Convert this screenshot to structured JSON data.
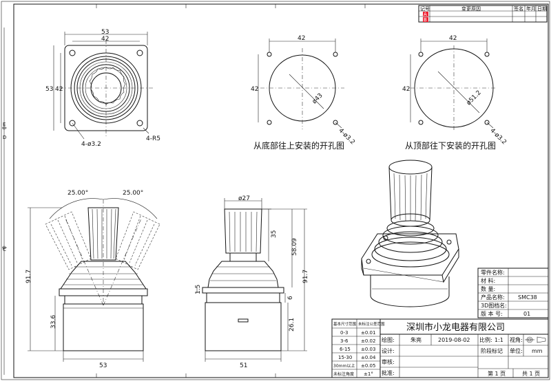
{
  "revision_block": {
    "col_mark": "记号",
    "col_content": "变更原因",
    "col_sign": "签名",
    "col_year": "年月",
    "col_day": "日期",
    "row_a": "A",
    "row_b": "B"
  },
  "view_bottom_square": {
    "width_outer": "53",
    "width_inner": "42",
    "height_outer": "53",
    "height_inner": "42",
    "holes": "4-ø3.2",
    "radius": "4-R5"
  },
  "view_bottom_cutout": {
    "top_dim": "42",
    "side_dim": "42",
    "diameter": "ø43",
    "holes": "4-ø3.2",
    "caption": "从底部往上安装的开孔图"
  },
  "view_top_cutout": {
    "top_dim": "42",
    "side_dim": "42",
    "diameter": "ø51.2",
    "holes": "4-ø3.2",
    "caption": "从顶部往下安装的开孔图"
  },
  "view_front": {
    "angle_left": "25.00°",
    "angle_right": "25.00°",
    "height_total": "91.7",
    "height_base": "33.6",
    "width_base": "53"
  },
  "view_side": {
    "knob_diameter": "ø27",
    "knob_height": "35",
    "height_above": "58.09",
    "height_total": "91.7",
    "flange_thk": "1.5",
    "dim_6": "6",
    "body_height": "26.1",
    "width_base": "51"
  },
  "parts_table": {
    "rows": [
      {
        "label": "零件名称:",
        "value": ""
      },
      {
        "label": "材    料:",
        "value": ""
      },
      {
        "label": "数    量:",
        "value": ""
      },
      {
        "label": "产品名称:",
        "value": "SMC38"
      },
      {
        "label": "3D图档名:",
        "value": ""
      },
      {
        "label": "版 本 号:",
        "value": "01"
      }
    ]
  },
  "tolerance_table": {
    "header_range": "基本尺寸范围",
    "header_tol": "未标注公差范围",
    "rows": [
      {
        "range": "0-3",
        "tol": "±0.01"
      },
      {
        "range": "3-6",
        "tol": "±0.02"
      },
      {
        "range": "6-15",
        "tol": "±0.03"
      },
      {
        "range": "15-30",
        "tol": "±0.04"
      },
      {
        "range": "30mm以上",
        "tol": "±0.05"
      },
      {
        "range": "未标注角度",
        "tol": "±1°"
      }
    ]
  },
  "title_block": {
    "company": "深圳市小龙电器有限公司",
    "drawn_label": "绘图:",
    "drawn_by": "朱亮",
    "date": "2019-08-02",
    "scale_label": "比例:",
    "scale": "1:1",
    "view_label": "视角:",
    "design_label": "设计:",
    "stage_label": "阶段标记",
    "unit_label": "单位:",
    "unit": "mm",
    "check_label": "审核:",
    "approve_label": "批准:",
    "sheet": "第 1 页",
    "total": "共 1 页"
  },
  "left_margin_marks": [
    "E",
    "D",
    "C"
  ]
}
